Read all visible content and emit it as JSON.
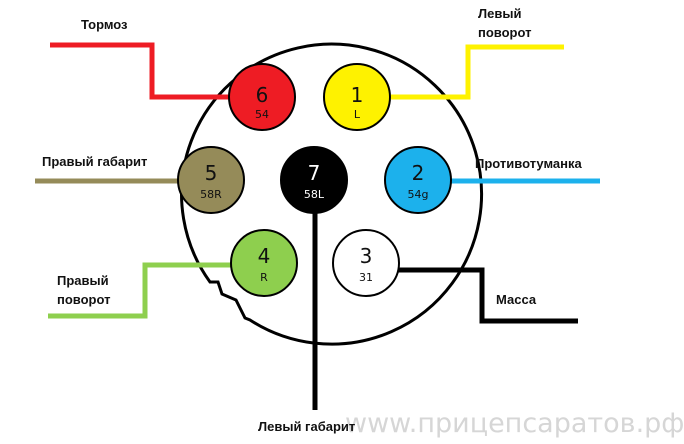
{
  "pins": [
    {
      "number": "6",
      "code": "54",
      "label": "Тормоз",
      "color": "#ee1c24"
    },
    {
      "number": "1",
      "code": "L",
      "label": "Левый поворот",
      "color": "#fef200"
    },
    {
      "number": "5",
      "code": "58R",
      "label": "Правый габарит",
      "color": "#958b59"
    },
    {
      "number": "7",
      "code": "58L",
      "label": "Левый габарит",
      "color": "#000000"
    },
    {
      "number": "2",
      "code": "54g",
      "label": "Противотуманка",
      "color": "#1cb1ec"
    },
    {
      "number": "4",
      "code": "R",
      "label": "Правый поворот",
      "color": "#8ecf4e"
    },
    {
      "number": "3",
      "code": "31",
      "label": "Масса",
      "color": "#ffffff"
    }
  ],
  "label_lines": {
    "left_turn": [
      "Левый",
      "поворот"
    ],
    "right_turn": [
      "Правый",
      "поворот"
    ]
  },
  "watermark": "www.прицепсаратов.рф"
}
